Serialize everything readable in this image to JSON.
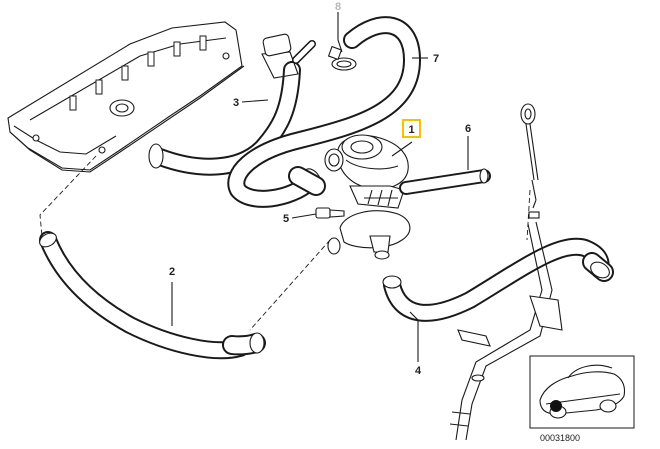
{
  "diagram": {
    "callouts": {
      "c1": "1",
      "c2": "2",
      "c3": "3",
      "c4": "4",
      "c5": "5",
      "c6": "6",
      "c7": "7",
      "c8": "8"
    },
    "highlighted_callout": "1",
    "highlight_color": "#f2c400",
    "reference_number": "00031800",
    "colors": {
      "line": "#1a1a1a",
      "ghost_callout": "#b8b8b8"
    }
  }
}
